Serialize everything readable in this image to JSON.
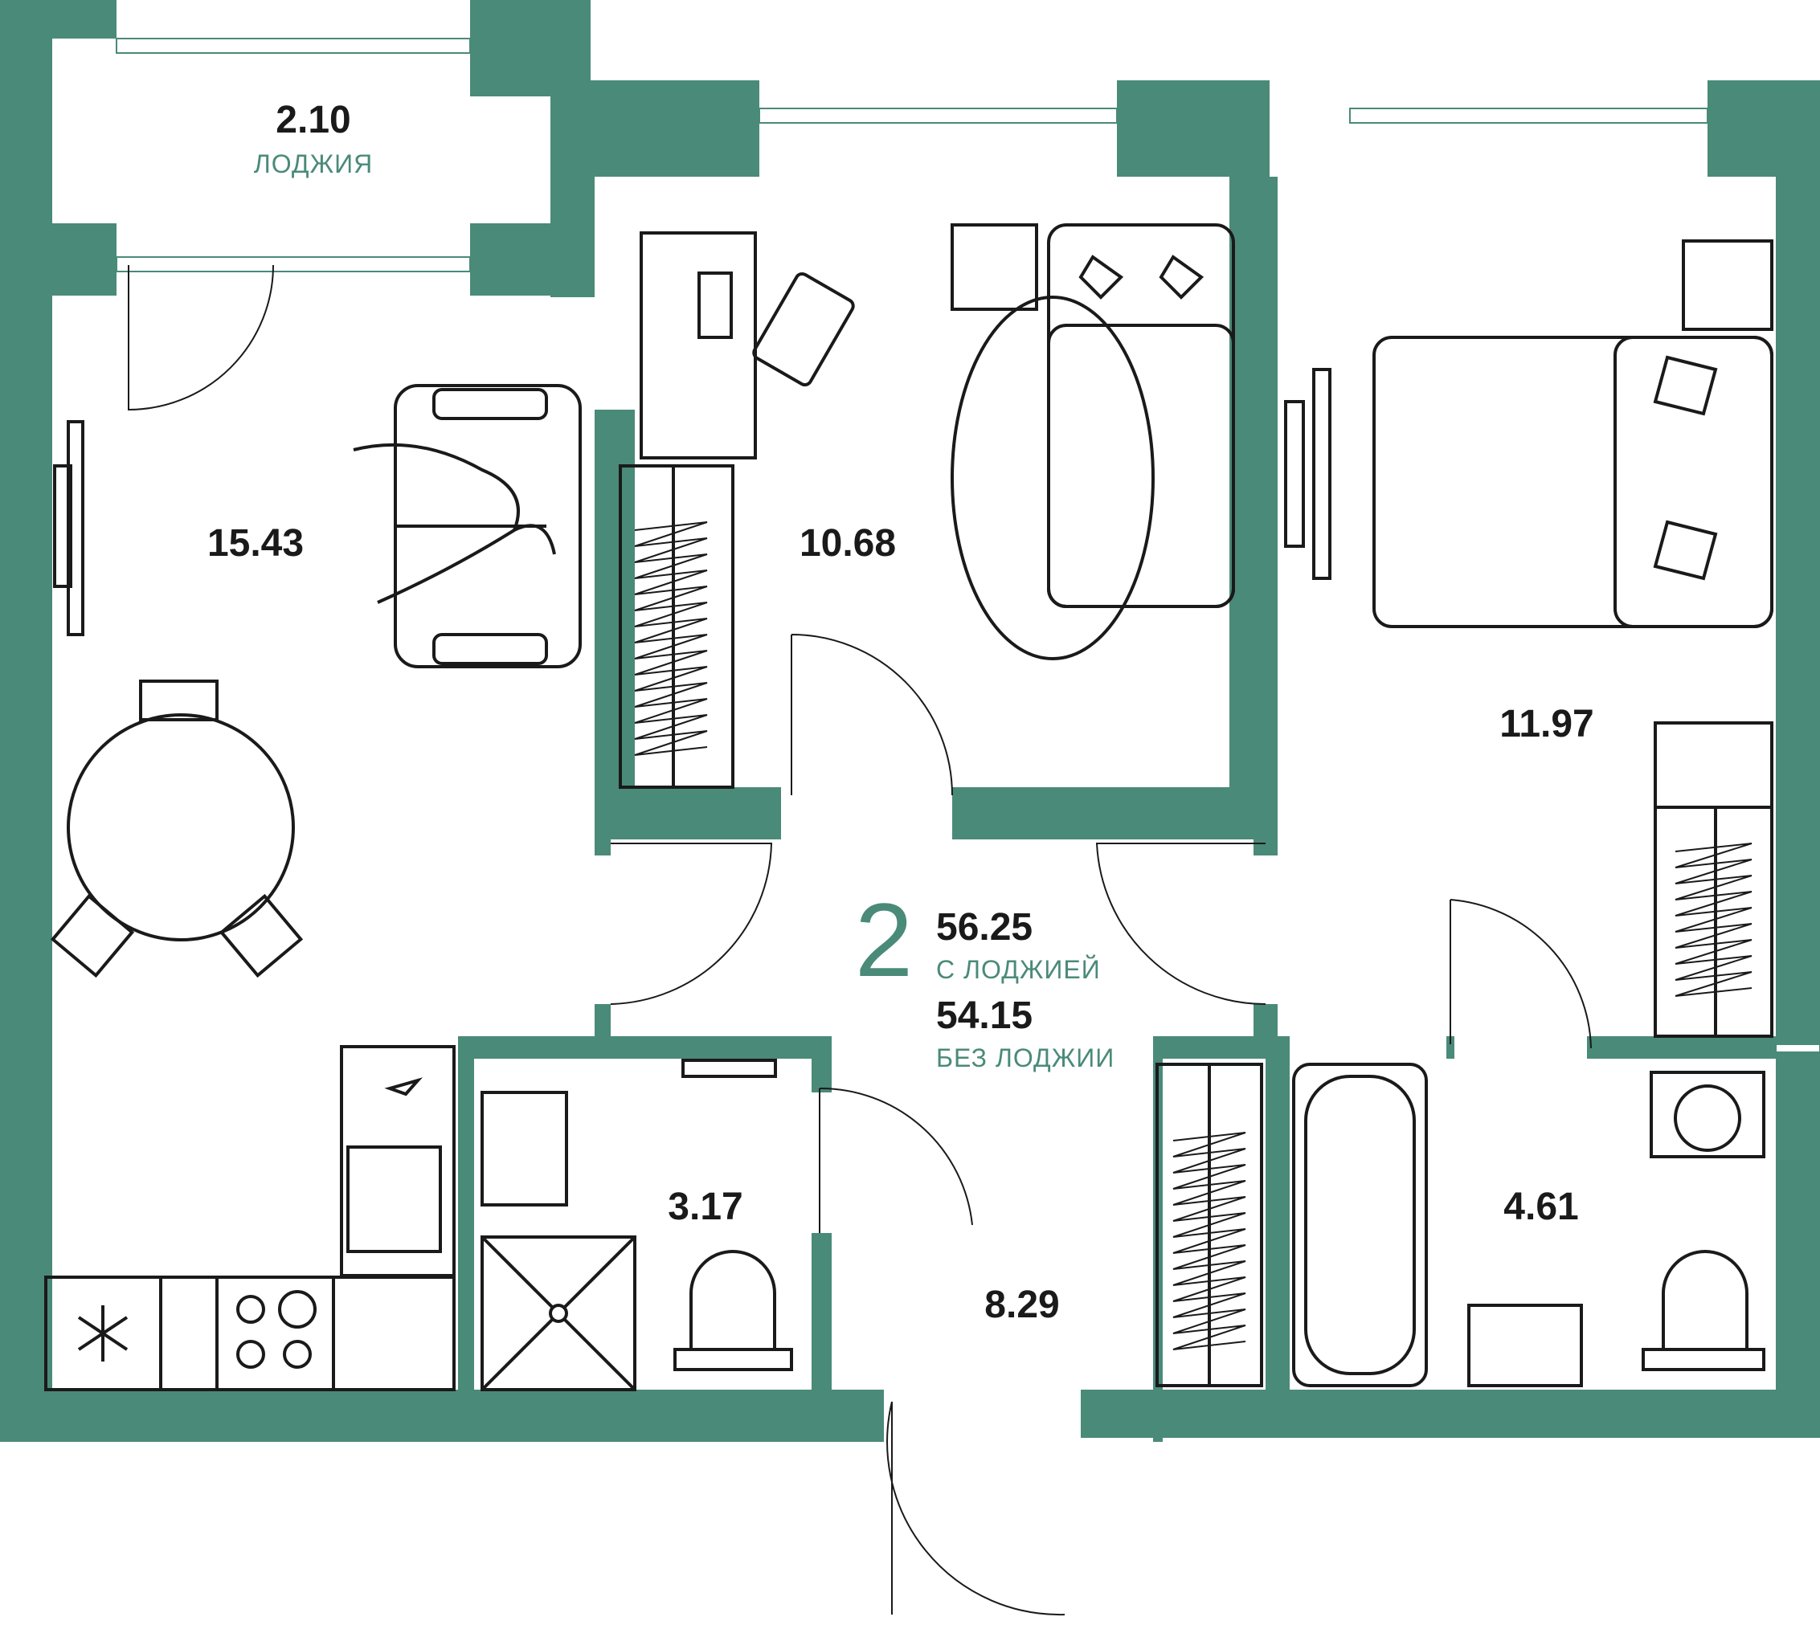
{
  "plan": {
    "rooms_count": "2",
    "total_with_loggia": "56.25",
    "with_loggia_label": "С ЛОДЖИЕЙ",
    "total_without_loggia": "54.15",
    "without_loggia_label": "БЕЗ ЛОДЖИИ"
  },
  "rooms": {
    "loggia": {
      "area": "2.10",
      "label": "ЛОДЖИЯ"
    },
    "living": {
      "area": "15.43"
    },
    "bedroom_small": {
      "area": "10.68"
    },
    "bedroom_large": {
      "area": "11.97"
    },
    "hall": {
      "area": "8.29"
    },
    "bath_left": {
      "area": "3.17"
    },
    "bath_right": {
      "area": "4.61"
    }
  },
  "colors": {
    "wall": "#4a8a78",
    "ink": "#1a1a1a",
    "background": "#ffffff"
  },
  "icons": [
    "snowflake-icon",
    "stove-icon",
    "bed-icon",
    "sofa-icon",
    "table-icon",
    "toilet-icon",
    "bathtub-icon",
    "shower-icon",
    "washing-machine-icon",
    "wardrobe-icon",
    "tv-icon"
  ]
}
